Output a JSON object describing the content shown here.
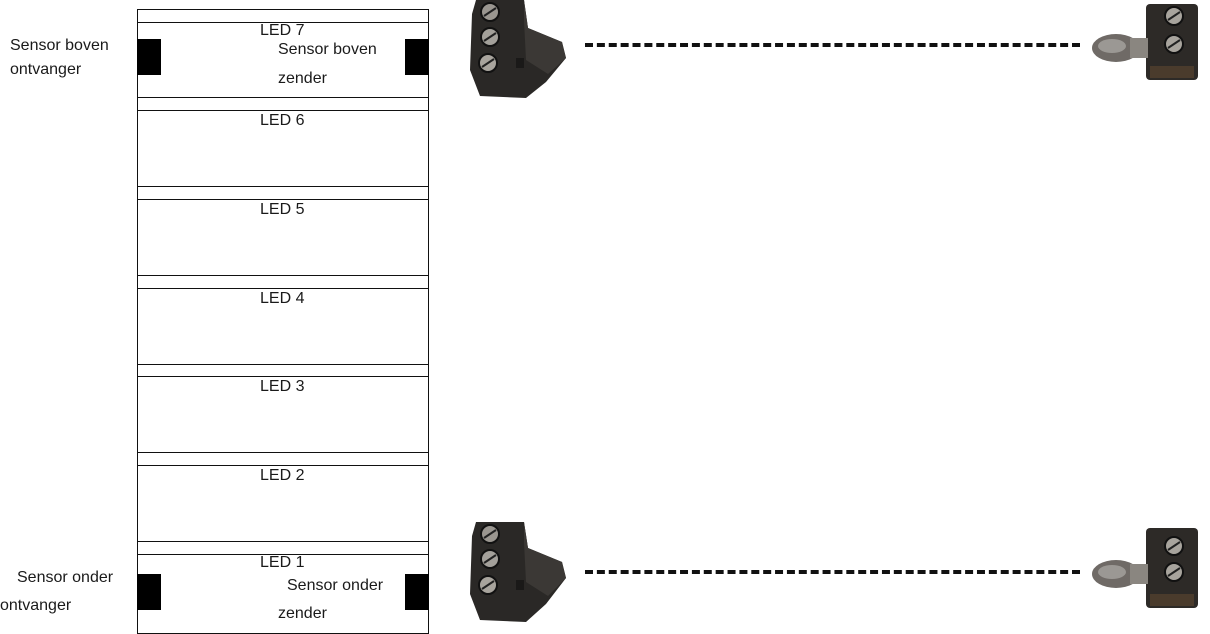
{
  "labels": {
    "led7": "LED 7",
    "led6": "LED 6",
    "led5": "LED 5",
    "led4": "LED 4",
    "led3": "LED 3",
    "led2": "LED 2",
    "led1": "LED 1",
    "sensor_top_receiver": [
      "Sensor boven",
      "ontvanger"
    ],
    "sensor_top_emitter": [
      "Sensor boven",
      "zender"
    ],
    "sensor_bottom_receiver": [
      "Sensor onder",
      "ontvanger"
    ],
    "sensor_bottom_emitter": [
      "Sensor onder",
      "zender"
    ]
  },
  "icons": {
    "receiver_photo": "ir-receiver-module-icon",
    "emitter_photo": "ir-emitter-lamp-icon"
  },
  "colors": {
    "line": "#111111",
    "sensor": "#000000",
    "module_body": "#2a2826"
  }
}
